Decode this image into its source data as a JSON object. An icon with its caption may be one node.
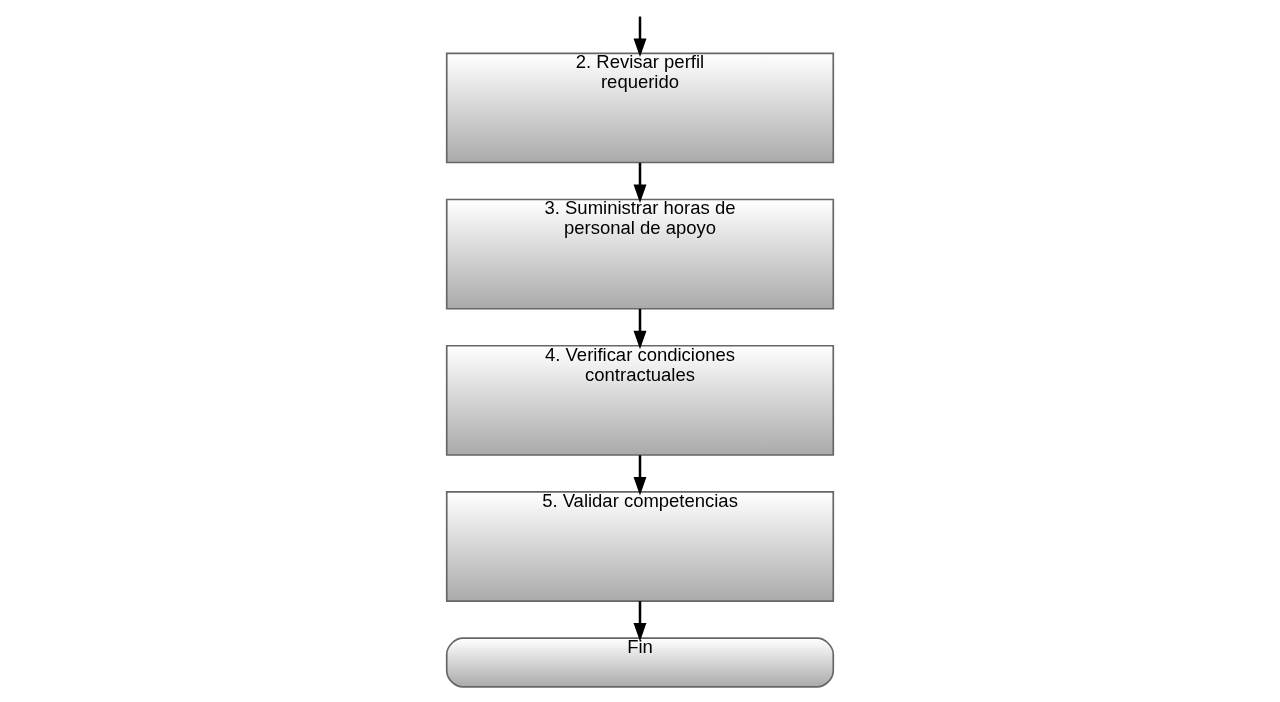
{
  "diagram": {
    "nodes": [
      {
        "text": [
          "2. Revisar perfil requerido"
        ]
      },
      {
        "text": [
          "3. Suministrar horas de personal de apoyo"
        ]
      },
      {
        "text": [
          "4. Verificar condiciones contractuales"
        ]
      },
      {
        "text": [
          "5. Validar competencias"
        ]
      },
      {
        "text": [
          "Fin"
        ]
      }
    ],
    "edges": [
      {
        "from": null,
        "to": 0,
        "arrow": "to"
      },
      {
        "from": 0,
        "to": 1,
        "arrow": "to"
      },
      {
        "from": 1,
        "to": 2,
        "arrow": "to"
      },
      {
        "from": 2,
        "to": 3,
        "arrow": "to"
      },
      {
        "from": 3,
        "to": 4,
        "arrow": "to"
      }
    ]
  }
}
